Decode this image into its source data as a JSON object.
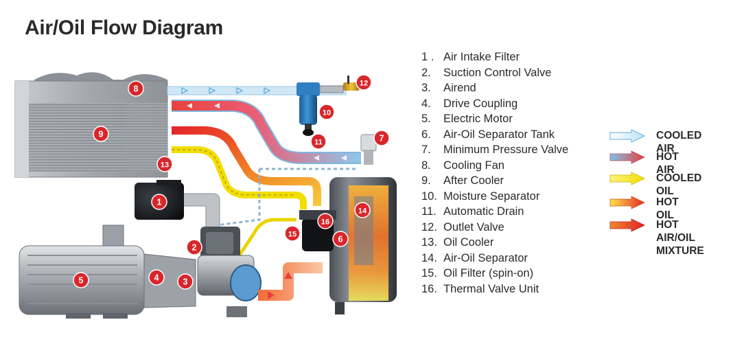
{
  "title": "Air/Oil Flow Diagram",
  "components": [
    {
      "num": "1 .",
      "label": "Air Intake Filter"
    },
    {
      "num": "2.",
      "label": "Suction Control Valve"
    },
    {
      "num": "3.",
      "label": "Airend"
    },
    {
      "num": "4.",
      "label": "Drive Coupling"
    },
    {
      "num": "5.",
      "label": "Electric Motor"
    },
    {
      "num": "6.",
      "label": "Air-Oil Separator Tank"
    },
    {
      "num": "7.",
      "label": "Minimum Pressure Valve"
    },
    {
      "num": "8.",
      "label": "Cooling Fan"
    },
    {
      "num": "9.",
      "label": "After Cooler"
    },
    {
      "num": "10.",
      "label": "Moisture Separator"
    },
    {
      "num": "11.",
      "label": "Automatic Drain"
    },
    {
      "num": "12.",
      "label": "Outlet Valve"
    },
    {
      "num": "13.",
      "label": "Oil Cooler"
    },
    {
      "num": "14.",
      "label": "Air-Oil Separator"
    },
    {
      "num": "15.",
      "label": "Oil Filter (spin-on)"
    },
    {
      "num": "16.",
      "label": "Thermal Valve Unit"
    }
  ],
  "legend": [
    {
      "label": "COOLED AIR",
      "icon": "cooled-air-arrow-icon",
      "colors": [
        "#ffffff",
        "#bfe0f4"
      ]
    },
    {
      "label": "HOT AIR",
      "icon": "hot-air-arrow-icon",
      "colors": [
        "#7ec3ea",
        "#e8413b"
      ]
    },
    {
      "label": "COOLED OIL",
      "icon": "cooled-oil-arrow-icon",
      "colors": [
        "#fff27a",
        "#f2de00"
      ]
    },
    {
      "label": "HOT OIL",
      "icon": "hot-oil-arrow-icon",
      "colors": [
        "#ffe24a",
        "#e5262a"
      ]
    },
    {
      "label": "HOT AIR/OIL\nMIXTURE",
      "icon": "hot-air-oil-mixture-arrow-icon",
      "colors": [
        "#f08b2c",
        "#e11f26"
      ]
    }
  ],
  "markers": [
    "1",
    "2",
    "3",
    "4",
    "5",
    "6",
    "7",
    "8",
    "9",
    "10",
    "11",
    "12",
    "13",
    "14",
    "15",
    "16"
  ],
  "colors": {
    "marker": "#d9262b",
    "cooled_air": "#bfe0f4",
    "hot_air": "#e8413b",
    "cooled_oil": "#f2de00",
    "hot_oil": "#e5262a",
    "machine_gray": "#8a8f95"
  }
}
